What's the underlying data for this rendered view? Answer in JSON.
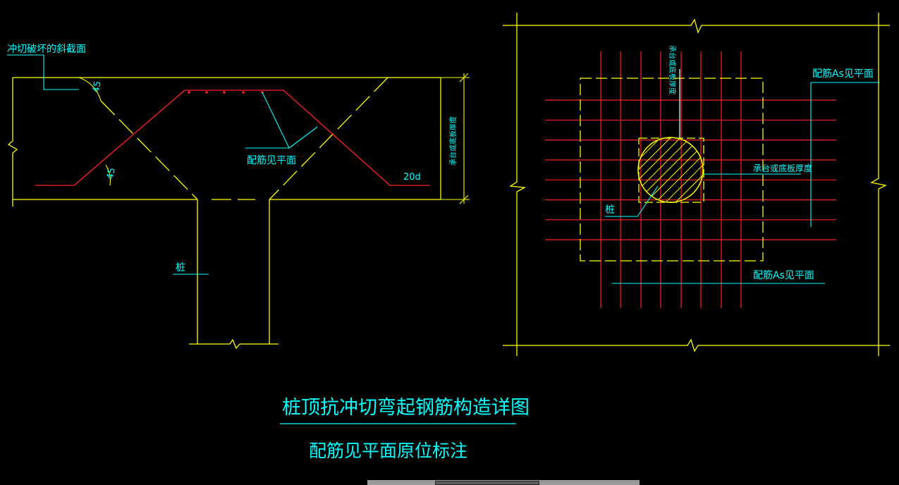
{
  "colors": {
    "background": "#000000",
    "outline": "#ffff00",
    "rebar": "#ff2020",
    "annotation": "#00ffff",
    "white": "#ffffff"
  },
  "section": {
    "shear_plane_label": "冲切破坏的斜截面",
    "angle_top": "45",
    "angle_bottom": "45",
    "rebar_ref": "配筋见平面",
    "anchorage": "20d",
    "thickness_label": "承台或底板厚度",
    "pile_label": "桩"
  },
  "plan": {
    "thickness_label_vertical": "承台或底板厚度",
    "rebar_ref_top": "配筋As见平面",
    "thickness_label": "承台或底板厚度",
    "pile_label": "桩",
    "rebar_ref_bottom": "配筋As见平面"
  },
  "title": {
    "main": "桩顶抗冲切弯起钢筋构造详图",
    "sub": "配筋见平面原位标注"
  }
}
